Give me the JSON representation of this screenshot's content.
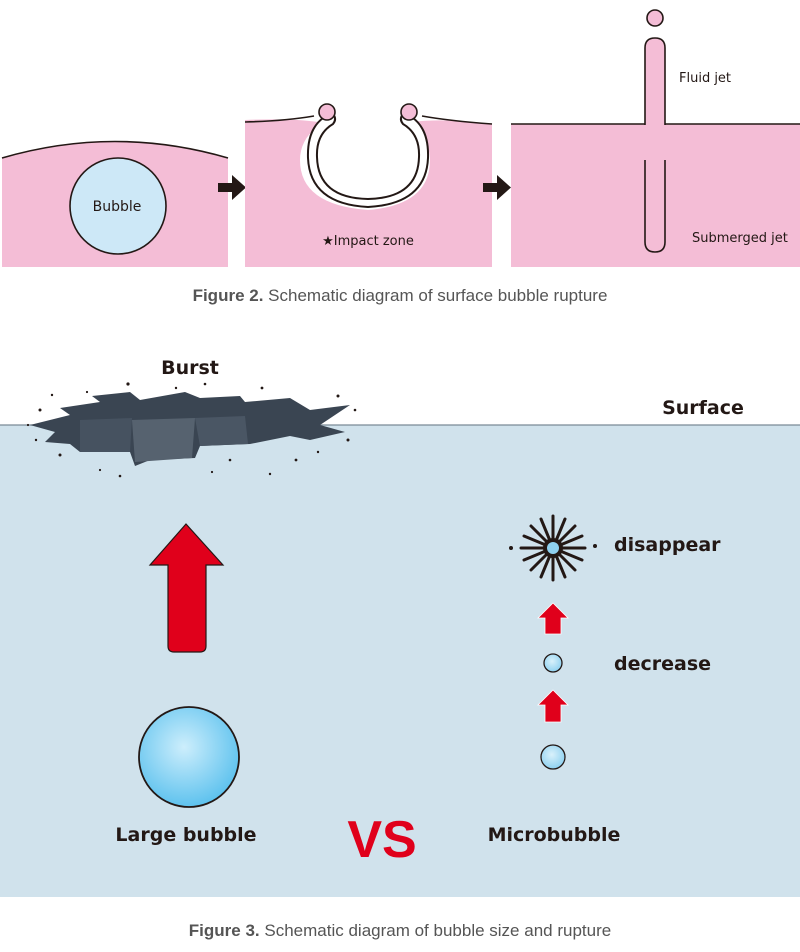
{
  "figure2": {
    "labels": {
      "bubble": "Bubble",
      "impact_zone": "★Impact zone",
      "fluid_jet": "Fluid jet",
      "submerged_jet": "Submerged jet"
    },
    "caption_prefix": "Figure 2.",
    "caption_text": " Schematic diagram of surface bubble rupture"
  },
  "figure3": {
    "labels": {
      "burst": "Burst",
      "surface": "Surface",
      "disappear": "disappear",
      "decrease": "decrease",
      "large_bubble": "Large bubble",
      "vs": "VS",
      "microbubble": "Microbubble"
    },
    "caption_prefix": "Figure 3.",
    "caption_text": " Schematic diagram of bubble size and rupture"
  },
  "colors": {
    "liquid_pink": "#f4bdd6",
    "bubble_fill": "#cde8f7",
    "water": "#d0e2ec",
    "arrow_red": "#e0001b",
    "dark": "#231815",
    "burst_gray": "#3a4552",
    "vs_red": "#e0001b"
  }
}
